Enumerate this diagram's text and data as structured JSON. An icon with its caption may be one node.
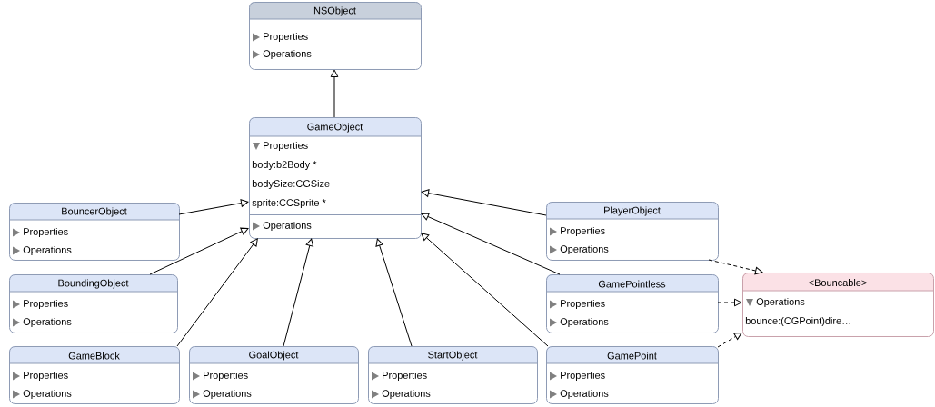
{
  "diagram": {
    "nodes": [
      {
        "text": [
          "NSObject",
          "Properties",
          "Operations"
        ]
      },
      {
        "text": [
          "GameObject",
          "Properties",
          "body:b2Body *",
          "bodySize:CGSize",
          "sprite:CCSprite *",
          "Operations"
        ]
      },
      {
        "text": [
          "BouncerObject",
          "Properties",
          "Operations"
        ]
      },
      {
        "text": [
          "PlayerObject",
          "Properties",
          "Operations"
        ]
      },
      {
        "text": [
          "BoundingObject",
          "Properties",
          "Operations"
        ]
      },
      {
        "text": [
          "GamePointless",
          "Properties",
          "Operations"
        ]
      },
      {
        "text": [
          "<Bouncable>",
          "Operations",
          "bounce:(CGPoint)dire…"
        ]
      },
      {
        "text": [
          "GameBlock",
          "Properties",
          "Operations"
        ]
      },
      {
        "text": [
          "GoalObject",
          "Properties",
          "Operations"
        ]
      },
      {
        "text": [
          "StartObject",
          "Properties",
          "Operations"
        ]
      },
      {
        "text": [
          "GamePoint",
          "Properties",
          "Operations"
        ]
      }
    ],
    "edges": [
      {
        "from": 1,
        "to": 0,
        "arrow": "to"
      },
      {
        "from": 2,
        "to": 1,
        "arrow": "to"
      },
      {
        "from": 4,
        "to": 1,
        "arrow": "to"
      },
      {
        "from": 7,
        "to": 1,
        "arrow": "to"
      },
      {
        "from": 8,
        "to": 1,
        "arrow": "to"
      },
      {
        "from": 9,
        "to": 1,
        "arrow": "to"
      },
      {
        "from": 10,
        "to": 1,
        "arrow": "to"
      },
      {
        "from": 3,
        "to": 1,
        "arrow": "to"
      },
      {
        "from": 5,
        "to": 1,
        "arrow": "to"
      },
      {
        "from": 3,
        "to": 6,
        "arrow": "to",
        "style": "dashed"
      },
      {
        "from": 5,
        "to": 6,
        "arrow": "to",
        "style": "dashed"
      },
      {
        "from": 10,
        "to": 6,
        "arrow": "to",
        "style": "dashed"
      }
    ]
  }
}
